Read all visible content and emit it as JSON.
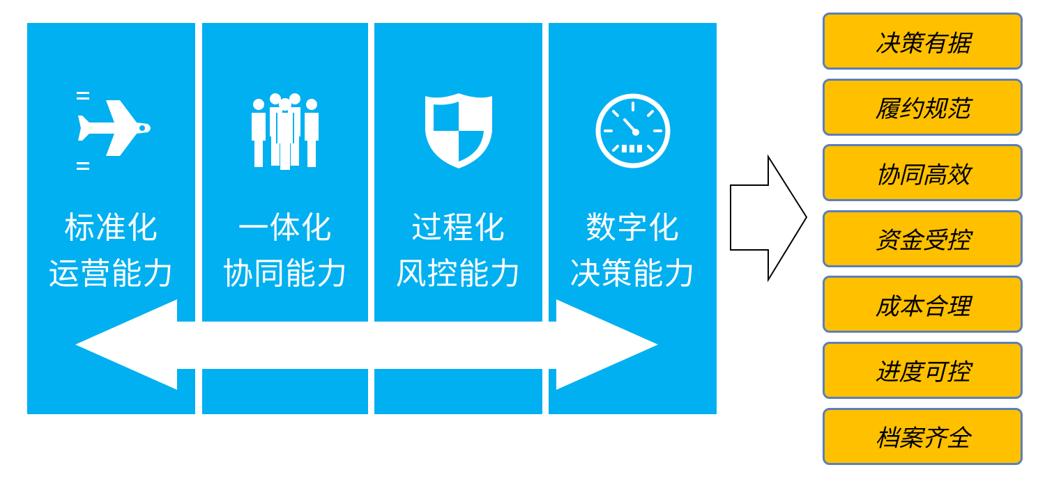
{
  "colors": {
    "panel": "#00b0f0",
    "box": "#ffc000",
    "box_border": "#5b7fb8"
  },
  "capabilities": [
    {
      "icon": "airplane-icon",
      "line1": "标准化",
      "line2": "运营能力"
    },
    {
      "icon": "people-group-icon",
      "line1": "一体化",
      "line2": "协同能力"
    },
    {
      "icon": "shield-icon",
      "line1": "过程化",
      "line2": "风控能力"
    },
    {
      "icon": "gauge-icon",
      "line1": "数字化",
      "line2": "决策能力"
    }
  ],
  "benefits": [
    "决策有据",
    "履约规范",
    "协同高效",
    "资金受控",
    "成本合理",
    "进度可控",
    "档案齐全"
  ]
}
